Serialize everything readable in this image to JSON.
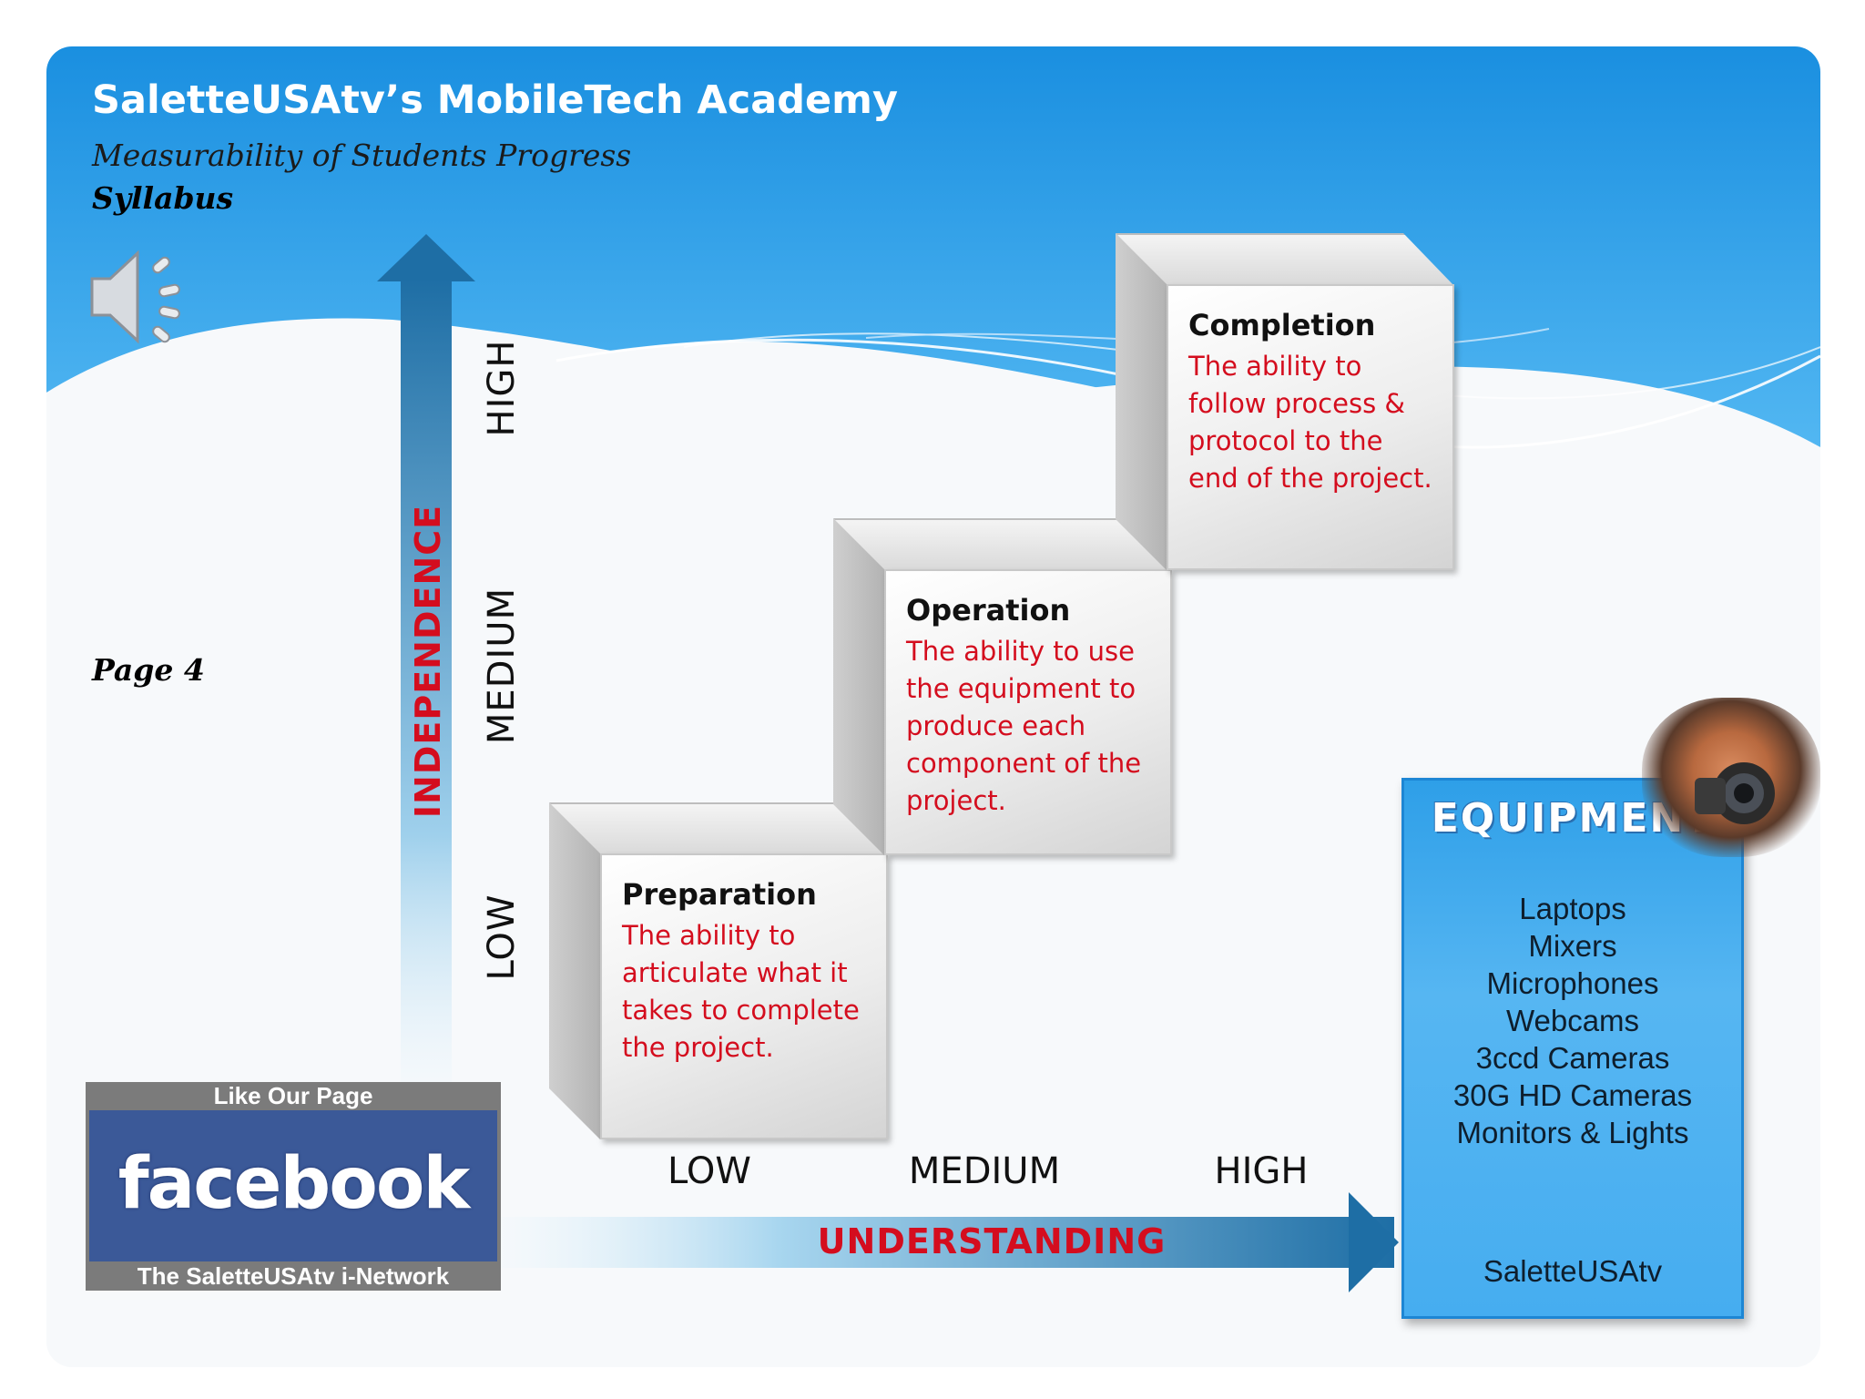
{
  "header": {
    "title": "SaletteUSAtv’s  MobileTech Academy",
    "subtitle": "Measurability of Students Progress",
    "section": "Syllabus"
  },
  "page_label": "Page 4",
  "axes": {
    "vertical": {
      "title": "INDEPENDENCE",
      "levels": [
        "LOW",
        "MEDIUM",
        "HIGH"
      ]
    },
    "horizontal": {
      "title": "UNDERSTANDING",
      "levels": [
        "LOW",
        "MEDIUM",
        "HIGH"
      ]
    }
  },
  "steps": [
    {
      "title": "Preparation",
      "lines": [
        "The ability to",
        "articulate what it",
        "takes to complete",
        "the project."
      ]
    },
    {
      "title": "Operation",
      "lines": [
        "The ability to use",
        "the equipment to",
        "produce each",
        "component of the",
        "project."
      ]
    },
    {
      "title": "Completion",
      "lines": [
        "The ability to",
        "follow process &",
        "protocol to the",
        "end of the project."
      ]
    }
  ],
  "facebook": {
    "top_text": "Like Our Page",
    "logo_text": "facebook",
    "bottom_text": "The SaletteUSAtv i-Network"
  },
  "equipment": {
    "title": "EQUIPMENT",
    "items": [
      "Laptops",
      "Mixers",
      "Microphones",
      "Webcams",
      "3ccd Cameras",
      "30G HD Cameras",
      "Monitors & Lights"
    ],
    "footer": "SaletteUSAtv"
  },
  "icons": {
    "speaker": "speaker-icon",
    "photo": "camera-person-photo"
  },
  "colors": {
    "header_blue": "#1a8fe0",
    "axis_arrow": "#1e6ea5",
    "axis_title_red": "#d40d1e",
    "step_text_red": "#d40d1e",
    "facebook_blue": "#3b5998",
    "equipment_blue": "#46adf0"
  }
}
